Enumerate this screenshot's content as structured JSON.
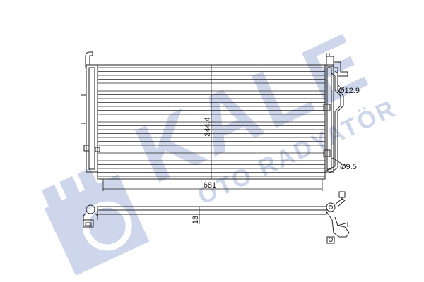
{
  "watermark": {
    "brand": "KALE",
    "sub": "OTO RADYATÖR",
    "color": "#cdd6ea"
  },
  "dimensions": {
    "height": "344.4",
    "width": "681",
    "thickness": "18",
    "pipe_top": "Ø12.9",
    "pipe_bottom": "Ø9.5"
  },
  "colors": {
    "line": "#222222",
    "watermark": "#cdd6ea"
  }
}
